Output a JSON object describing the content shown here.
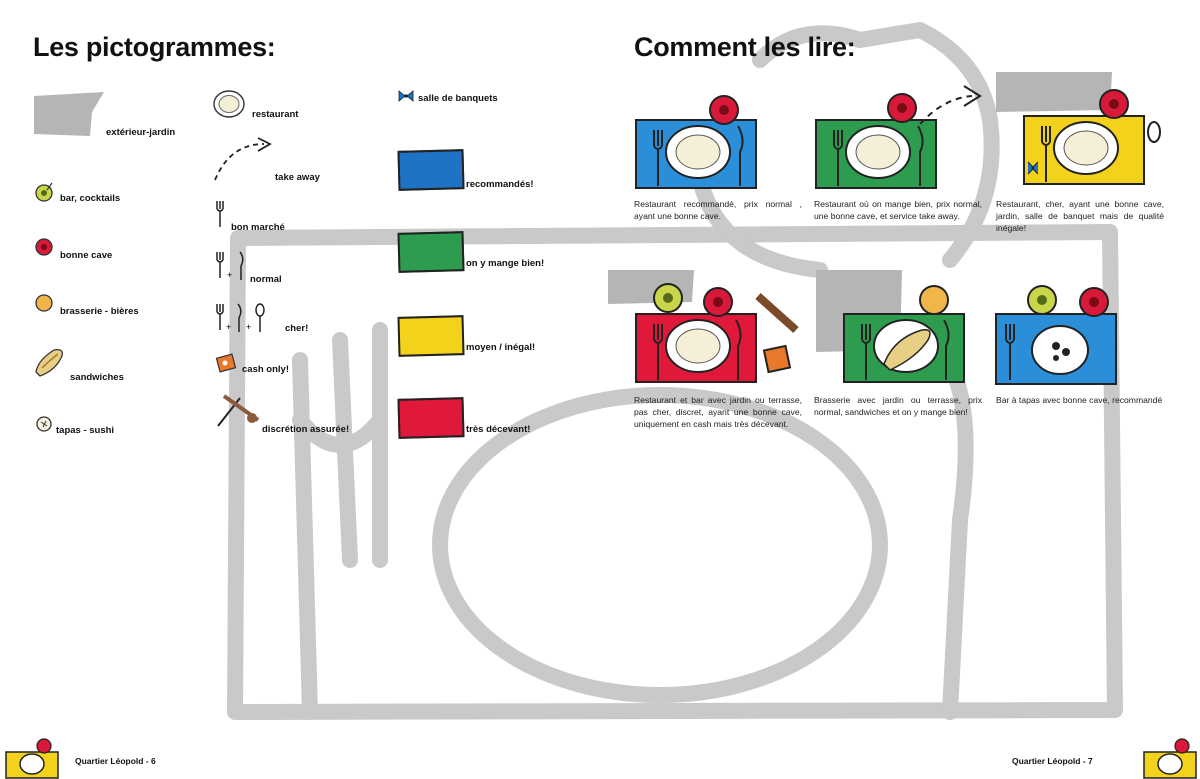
{
  "left": {
    "title": "Les pictogrammes:",
    "col1": [
      {
        "icon": "exterior-garden-icon",
        "label": "extérieur-jardin"
      },
      {
        "icon": "cocktail-icon",
        "label": "bar, cocktails"
      },
      {
        "icon": "wine-icon",
        "label": "bonne cave"
      },
      {
        "icon": "beer-icon",
        "label": "brasserie - bières"
      },
      {
        "icon": "sandwich-icon",
        "label": "sandwiches"
      },
      {
        "icon": "tapas-icon",
        "label": "tapas - sushi"
      }
    ],
    "col2": [
      {
        "icon": "plate-icon",
        "label": "restaurant"
      },
      {
        "icon": "takeaway-arrow-icon",
        "label": "take away"
      },
      {
        "icon": "fork-icon",
        "label": "bon marché"
      },
      {
        "icon": "fork-knife-icon",
        "label": "normal"
      },
      {
        "icon": "fork-knife-spoon-icon",
        "label": "cher!"
      },
      {
        "icon": "cash-icon",
        "label": "cash only!"
      },
      {
        "icon": "key-icon",
        "label": "discrétion assurée!"
      }
    ],
    "col3": [
      {
        "icon": "bowtie-icon",
        "label": "salle de banquets"
      },
      {
        "color": "#1f73c4",
        "label": "recommandés!"
      },
      {
        "color": "#2e9c4e",
        "label": "on y mange bien!"
      },
      {
        "color": "#f3d21c",
        "label": "moyen / inégal!"
      },
      {
        "color": "#e0193a",
        "label": "très décevant!"
      }
    ]
  },
  "right": {
    "title": "Comment les lire:",
    "examples": [
      {
        "desc": "Restaurant recommandé, prix normal , ayant une bonne cave.",
        "color": "#2a8fd8"
      },
      {
        "desc": "Restaurant où on mange bien, prix normal, une bonne cave, et service take away.",
        "color": "#2e9c4e"
      },
      {
        "desc": "Restaurant, cher, ayant une bonne cave, jardin, salle de banquet mais de qualité inégale!",
        "color": "#f3d21c"
      },
      {
        "desc": "Restaurant et bar avec jardin ou terrasse, pas cher, discret, ayant une bonne cave, uniquement en cash mais très décevant.",
        "color": "#e0193a"
      },
      {
        "desc": "Brasserie avec jardin ou terrasse, prix normal, sandwiches et on y mange bien!",
        "color": "#2e9c4e"
      },
      {
        "desc": "Bar à tapas avec bonne cave, recommandé",
        "color": "#2a8fd8"
      }
    ]
  },
  "footer": {
    "left": "Quartier Léopold - 6",
    "right": "Quartier Léopold - 7"
  }
}
